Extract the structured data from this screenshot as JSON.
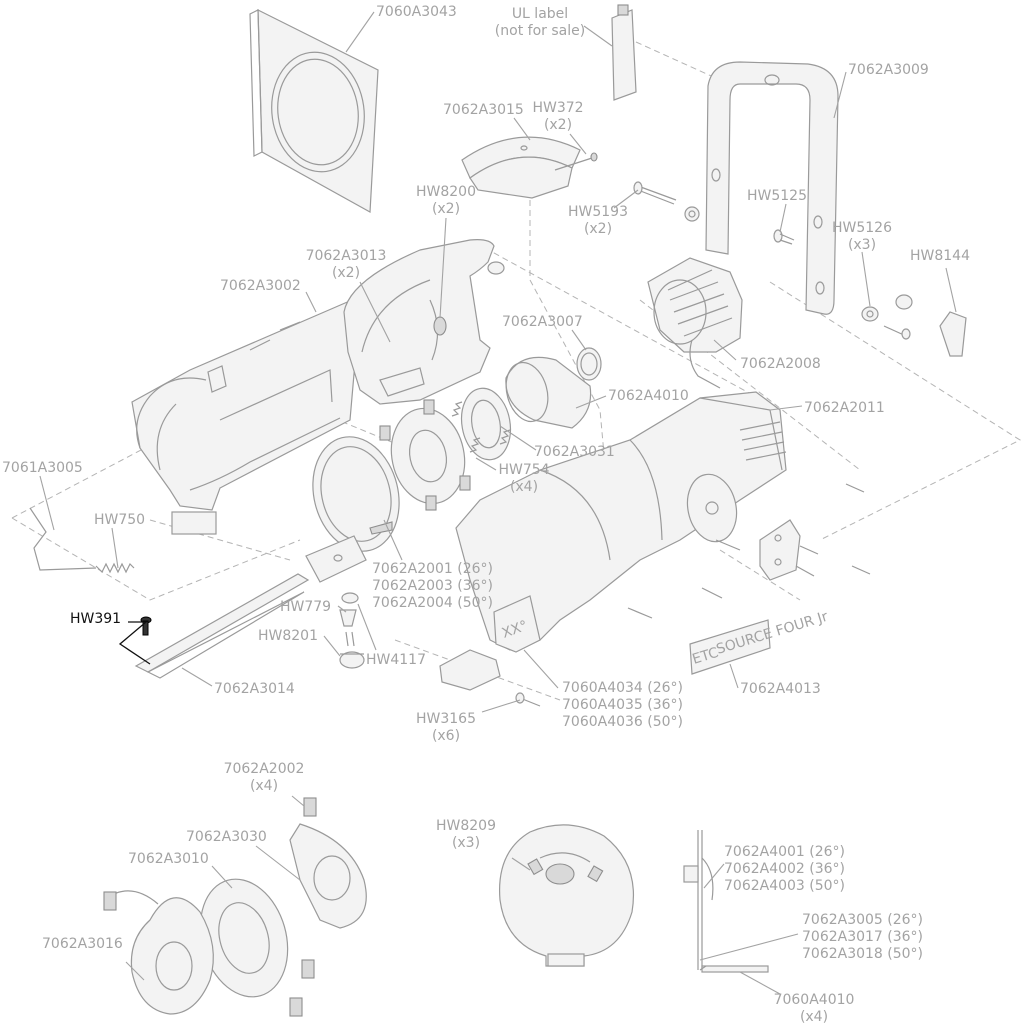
{
  "colors": {
    "line": "#9a9a9a",
    "label": "#a3a3a3",
    "highlight": "#111111"
  },
  "labels": {
    "l01": {
      "lines": [
        "7060A3043"
      ]
    },
    "l02": {
      "lines": [
        "UL label",
        "(not for sale)"
      ]
    },
    "l03": {
      "lines": [
        "7062A3009"
      ]
    },
    "l04": {
      "lines": [
        "7062A3015"
      ]
    },
    "l05": {
      "lines": [
        "HW372",
        "(x2)"
      ]
    },
    "l06": {
      "lines": [
        "HW8200",
        "(x2)"
      ]
    },
    "l07": {
      "lines": [
        "HW5193",
        "(x2)"
      ]
    },
    "l08": {
      "lines": [
        "HW5125"
      ]
    },
    "l09": {
      "lines": [
        "HW5126",
        "(x3)"
      ]
    },
    "l10": {
      "lines": [
        "HW8144"
      ]
    },
    "l11": {
      "lines": [
        "7062A3013",
        "(x2)"
      ]
    },
    "l12": {
      "lines": [
        "7062A3002"
      ]
    },
    "l13": {
      "lines": [
        "7062A3007"
      ]
    },
    "l14": {
      "lines": [
        "7062A2008"
      ]
    },
    "l15": {
      "lines": [
        "7062A4010"
      ]
    },
    "l16": {
      "lines": [
        "7062A2011"
      ]
    },
    "l17": {
      "lines": [
        "7062A3031"
      ]
    },
    "l18": {
      "lines": [
        "HW754",
        "(x4)"
      ]
    },
    "l19": {
      "lines": [
        "7061A3005"
      ]
    },
    "l20": {
      "lines": [
        "HW750"
      ]
    },
    "l21": {
      "lines": [
        "7062A2001 (26°)",
        "7062A2003 (36°)",
        "7062A2004 (50°)"
      ]
    },
    "l22": {
      "lines": [
        "HW779"
      ]
    },
    "l23": {
      "lines": [
        "HW391"
      ]
    },
    "l24": {
      "lines": [
        "HW8201"
      ]
    },
    "l25": {
      "lines": [
        "HW4117"
      ]
    },
    "l26": {
      "lines": [
        "7062A3014"
      ]
    },
    "l27": {
      "lines": [
        "7060A4034 (26°)",
        "7060A4035 (36°)",
        "7060A4036 (50°)"
      ]
    },
    "l28": {
      "lines": [
        "7062A4013"
      ]
    },
    "l29": {
      "lines": [
        "HW3165",
        "(x6)"
      ]
    },
    "l30": {
      "lines": [
        "7062A2002",
        "(x4)"
      ]
    },
    "l31": {
      "lines": [
        "7062A3030"
      ]
    },
    "l32": {
      "lines": [
        "7062A3010"
      ]
    },
    "l33": {
      "lines": [
        "HW8209",
        "(x3)"
      ]
    },
    "l34": {
      "lines": [
        "7062A4001 (26°)",
        "7062A4002 (36°)",
        "7062A4003 (50°)"
      ]
    },
    "l35": {
      "lines": [
        "7062A3005 (26°)",
        "7062A3017 (36°)",
        "7062A3018 (50°)"
      ]
    },
    "l36": {
      "lines": [
        "7062A3016"
      ]
    },
    "l37": {
      "lines": [
        "7060A4010",
        "(x4)"
      ]
    }
  },
  "engraving": {
    "lens_tube_mark": "XX°",
    "badge_logo": "ETC",
    "badge_text": "SOURCE FOUR Jr"
  }
}
